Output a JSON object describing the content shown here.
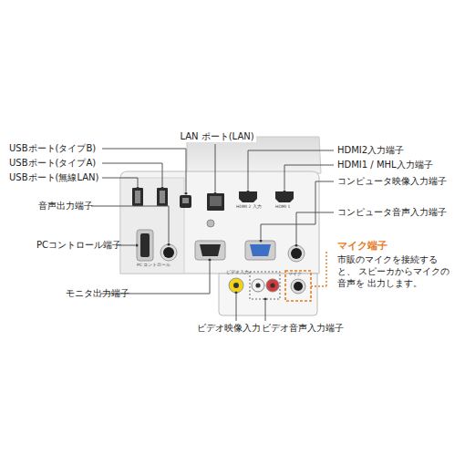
{
  "diagram": {
    "labels": [
      "USBポート(タイプB)",
      "USBポート(タイプA)",
      "USBポート(無線LAN)",
      "LAN ポート(LAN)",
      "HDMI2入力端子",
      "HDMI1 / MHL入力端子",
      "コンピュータ映像入力端子",
      "音声出力端子",
      "コンピュータ音声入力端子",
      "PCコントロール端子",
      "マイク端子",
      "市販のマイクを接続すると、 スピーカからマイクの音声を 出力します。",
      "モニタ出力端子",
      "ビデオ映像入力端子",
      "ビデオ音声入力端子",
      "PC コントロール",
      "HDMI 2 入力",
      "HDMI 1",
      "ビデオ入力",
      "マイク"
    ]
  }
}
